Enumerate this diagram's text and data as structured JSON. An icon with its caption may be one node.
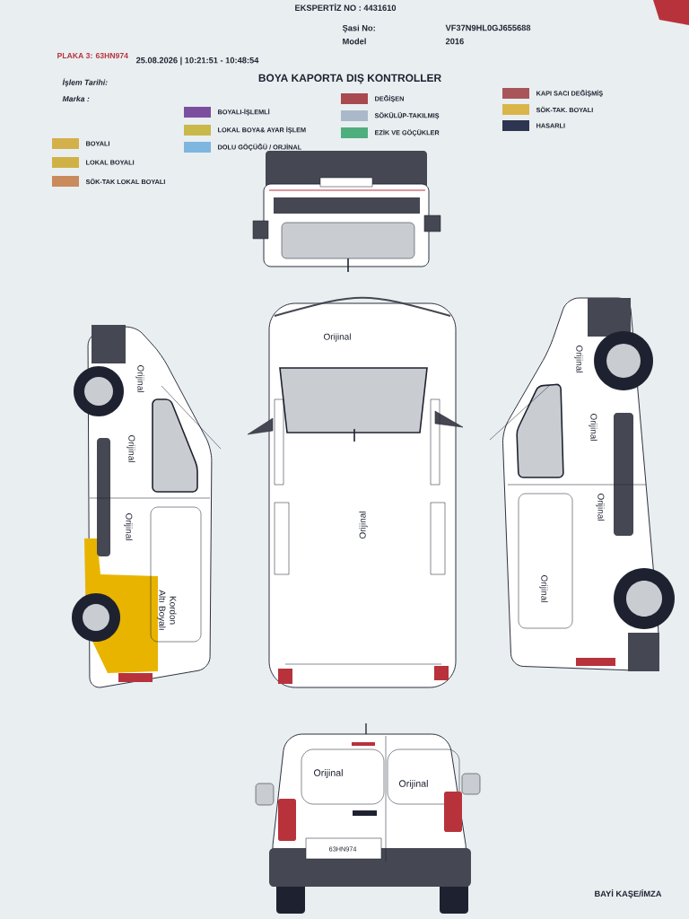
{
  "diagram": {
    "title": "BOYA KAPORTA DIŞ KONTROLLER",
    "labels": [
      "EKSPERTİZ NO : 4431610",
      "PLAKA 3: 63HN974",
      "İşlem Tarihi:",
      "25.08.2026 | 10:21:51 - 10:48:54",
      "Marka :",
      "Şasi No:",
      "VF37N9HL0GJ655688",
      "Model",
      "2016",
      "Orijinal",
      "Orijinal",
      "Orijinal",
      "Orijinal",
      "Orijinal",
      "Kordon Altı Boyalı",
      "Orijinal",
      "Orijinal",
      "Orijinal",
      "Orijinal",
      "Orijinal",
      "Orijinal",
      "63HN974",
      "BAYİ KAŞE/İMZA"
    ],
    "legend": [
      {
        "text": "BOYALI",
        "color": "#d4b04a"
      },
      {
        "text": "LOKAL BOYALI",
        "color": "#cfb145"
      },
      {
        "text": "SÖK-TAK LOKAL BOYALI",
        "color": "#c98a5c"
      },
      {
        "text": "BOYALI-İŞLEMLİ",
        "color": "#7b4f9e"
      },
      {
        "text": "LOKAL BOYA& AYAR İŞLEM",
        "color": "#c9b84a"
      },
      {
        "text": "DOLU GÖÇÜĞÜ / ORJİNAL",
        "color": "#7fb6e0"
      },
      {
        "text": "DEĞİŞEN",
        "color": "#a84a4e"
      },
      {
        "text": "SÖKÜLÜP-TAKILMIŞ",
        "color": "#a9b9c9"
      },
      {
        "text": "EZİK VE GÖÇÜKLER",
        "color": "#4fae7e"
      },
      {
        "text": "KAPI SACI DEĞİŞMİŞ",
        "color": "#a8555a"
      },
      {
        "text": "SÖK-TAK. BOYALI",
        "color": "#d9b54a"
      },
      {
        "text": "HASARLI",
        "color": "#2e3550"
      }
    ]
  }
}
